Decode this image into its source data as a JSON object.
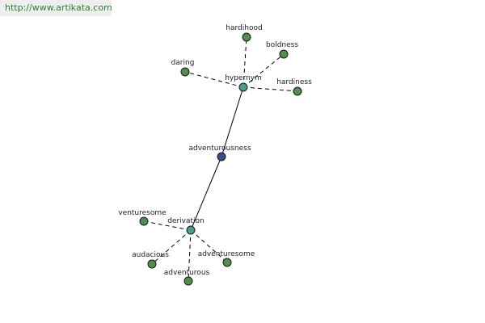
{
  "watermark": "http://www.artikata.com",
  "colors": {
    "center": "#3a4a8c",
    "relation": "#4f9a8f",
    "leaf": "#4e8f4e"
  },
  "nodes": [
    {
      "id": "adventurousness",
      "label": "adventurousness",
      "kind": "center"
    },
    {
      "id": "hypernym",
      "label": "hypernym",
      "kind": "relation"
    },
    {
      "id": "derivation",
      "label": "derivation",
      "kind": "relation"
    },
    {
      "id": "hardihood",
      "label": "hardihood",
      "kind": "leaf"
    },
    {
      "id": "boldness",
      "label": "boldness",
      "kind": "leaf"
    },
    {
      "id": "daring",
      "label": "daring",
      "kind": "leaf"
    },
    {
      "id": "hardiness",
      "label": "hardiness",
      "kind": "leaf"
    },
    {
      "id": "venturesome",
      "label": "venturesome",
      "kind": "leaf"
    },
    {
      "id": "audacious",
      "label": "audacious",
      "kind": "leaf"
    },
    {
      "id": "adventurous",
      "label": "adventurous",
      "kind": "leaf"
    },
    {
      "id": "adventuresome",
      "label": "adventuresome",
      "kind": "leaf"
    }
  ],
  "edges": [
    {
      "from": "adventurousness",
      "to": "hypernym",
      "style": "solid"
    },
    {
      "from": "adventurousness",
      "to": "derivation",
      "style": "solid"
    },
    {
      "from": "hypernym",
      "to": "hardihood",
      "style": "dashed"
    },
    {
      "from": "hypernym",
      "to": "boldness",
      "style": "dashed"
    },
    {
      "from": "hypernym",
      "to": "daring",
      "style": "dashed"
    },
    {
      "from": "hypernym",
      "to": "hardiness",
      "style": "dashed"
    },
    {
      "from": "derivation",
      "to": "venturesome",
      "style": "dashed"
    },
    {
      "from": "derivation",
      "to": "audacious",
      "style": "dashed"
    },
    {
      "from": "derivation",
      "to": "adventurous",
      "style": "dashed"
    },
    {
      "from": "derivation",
      "to": "adventuresome",
      "style": "dashed"
    }
  ]
}
